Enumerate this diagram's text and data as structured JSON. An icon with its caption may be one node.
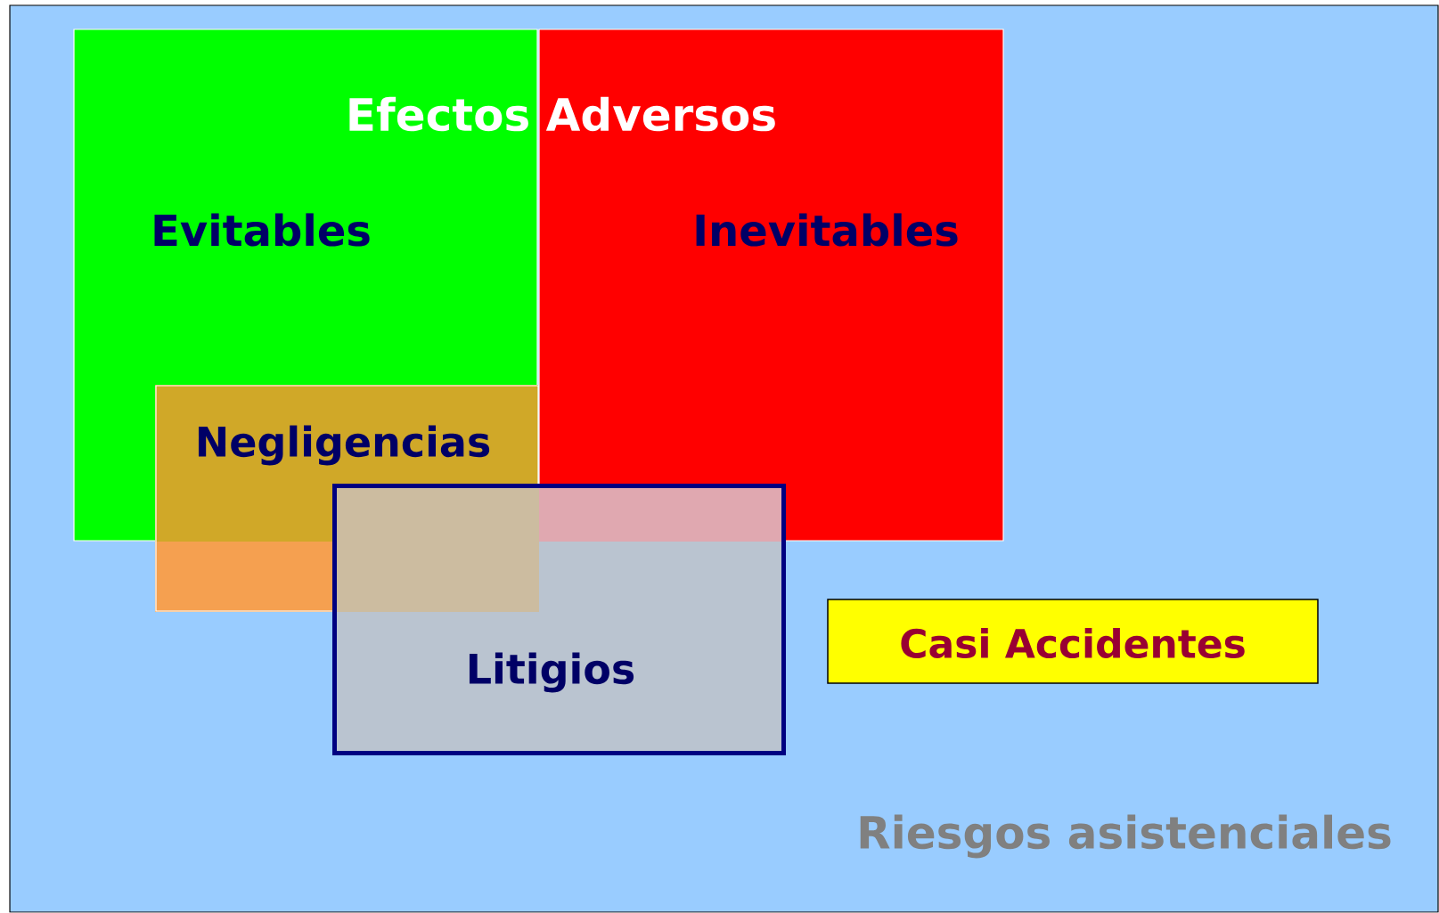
{
  "diagram": {
    "nodes": [
      {
        "text": [
          "Riesgos asistenciales"
        ]
      },
      {
        "text": [
          "Evitables"
        ],
        "in": 0
      },
      {
        "text": [
          "Inevitables"
        ],
        "in": 0
      },
      {
        "text": [
          "Negligencias"
        ],
        "in": 0
      },
      {
        "text": [
          "Litigios"
        ],
        "in": 0
      },
      {
        "text": [
          "Casi Accidentes"
        ],
        "in": 0
      }
    ],
    "labels": [
      "Efectos Adversos"
    ]
  }
}
